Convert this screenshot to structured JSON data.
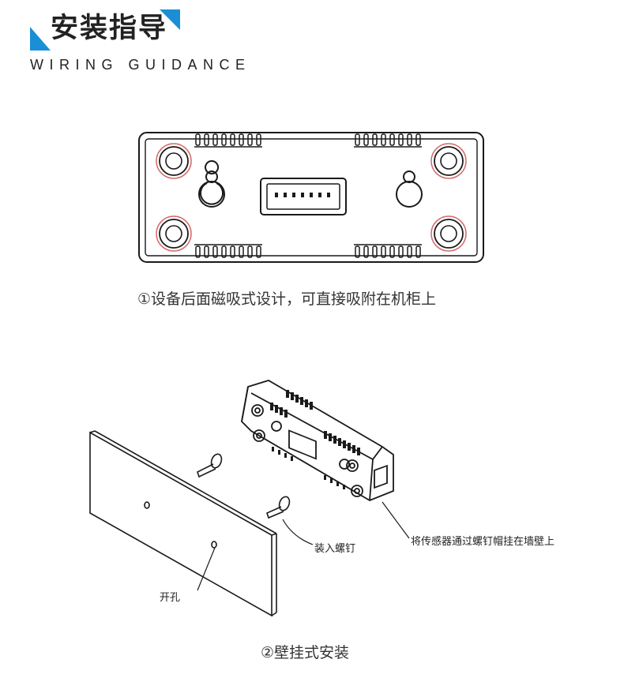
{
  "header": {
    "title": "安装指导",
    "subtitle": "WIRING GUIDANCE"
  },
  "colors": {
    "accent": "#1a8fd6",
    "line": "#1a1a1a",
    "ring_highlight": "#d86a6a"
  },
  "figure1": {
    "caption": "①设备后面磁吸式设计，可直接吸附在机柜上"
  },
  "figure2": {
    "caption": "②壁挂式安装",
    "labels": {
      "screw": "装入螺钉",
      "hole": "开孔",
      "hang": "将传感器通过螺钉帽挂在墙壁上"
    }
  }
}
